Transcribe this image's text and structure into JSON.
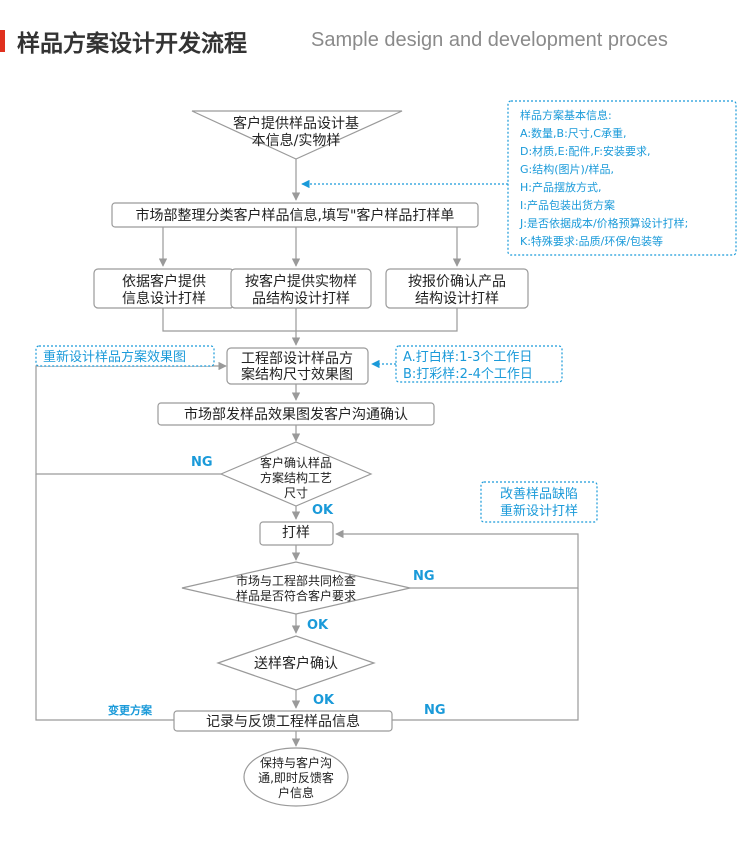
{
  "header": {
    "title_zh": "样品方案设计开发流程",
    "title_en": "Sample design and development proces"
  },
  "colors": {
    "accent_red": "#e0301e",
    "line_gray": "#9a9a9a",
    "box_border": "#9a9a9a",
    "note_blue": "#1a9ad9"
  },
  "flow": {
    "start_line1": "客户提供样品设计基",
    "start_line2": "本信息/实物样",
    "market_collect": "市场部整理分类客户样品信息,填写\"客户样品打样单",
    "branch1_line1": "依据客户提供",
    "branch1_line2": "信息设计打样",
    "branch2_line1": "按客户提供实物样",
    "branch2_line2": "品结构设计打样",
    "branch3_line1": "按报价确认产品",
    "branch3_line2": "结构设计打样",
    "eng_design_line1": "工程部设计样品方",
    "eng_design_line2": "案结构尺寸效果图",
    "market_send": "市场部发样品效果图发客户沟通确认",
    "confirm_line1": "客户确认样品",
    "confirm_line2": "方案结构工艺",
    "confirm_line3": "尺寸",
    "sampling": "打样",
    "inspect_line1": "市场与工程部共同检查",
    "inspect_line2": "样品是否符合客户要求",
    "send_confirm": "送样客户确认",
    "record": "记录与反馈工程样品信息",
    "end_line1": "保持与客户沟",
    "end_line2": "通,即时反馈客",
    "end_line3": "户信息"
  },
  "labels": {
    "ng": "NG",
    "ok": "OK",
    "change_plan": "变更方案"
  },
  "notes": {
    "info_title": "样品方案基本信息:",
    "info_items": [
      "A:数量,B:尺寸,C承重,",
      "D:材质,E:配件,F:安装要求,",
      "G:结构(图片)/样品,",
      "H:产品摆放方式,",
      "I:产品包装出货方案",
      "J:是否依据成本/价格预算设计打样;",
      "K:特殊要求:品质/环保/包装等"
    ],
    "redesign": "重新设计样品方案效果图",
    "timing_a": "A.打白样:1-3个工作日",
    "timing_b": "B:打彩样:2-4个工作日",
    "improve_line1": "改善样品缺陷",
    "improve_line2": "重新设计打样"
  }
}
